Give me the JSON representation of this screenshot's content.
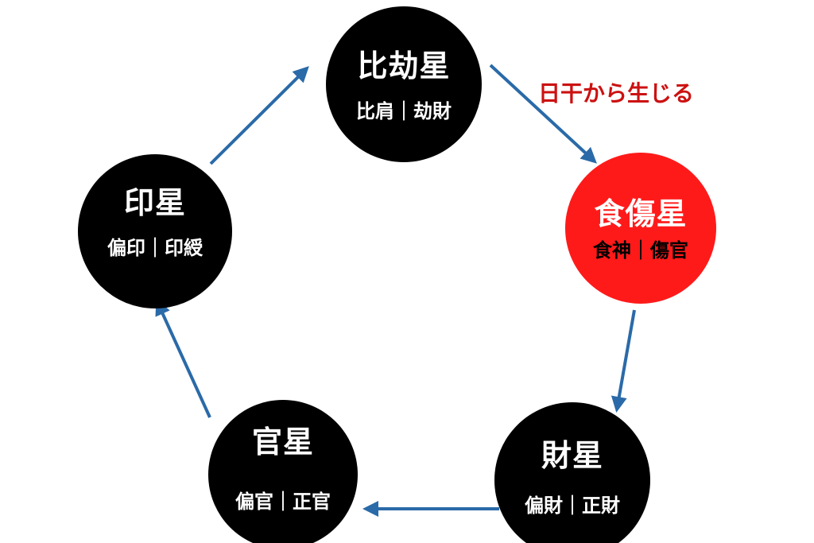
{
  "colors": {
    "node_default": "#000000",
    "node_highlight": "#ff1a1a",
    "node_text": "#ffffff",
    "highlight_sub_text": "#000000",
    "arrow": "#2a6aa8",
    "annotation": "#cc1111"
  },
  "nodes": {
    "hikou": {
      "title": "比劫星",
      "sub": "比肩｜劫財"
    },
    "shokushou": {
      "title": "食傷星",
      "sub": "食神｜傷官"
    },
    "zai": {
      "title": "財星",
      "sub": "偏財｜正財"
    },
    "kan": {
      "title": "官星",
      "sub": "偏官｜正官"
    },
    "in": {
      "title": "印星",
      "sub": "偏印｜印綬"
    }
  },
  "annotation": {
    "text": "日干から生じる"
  }
}
